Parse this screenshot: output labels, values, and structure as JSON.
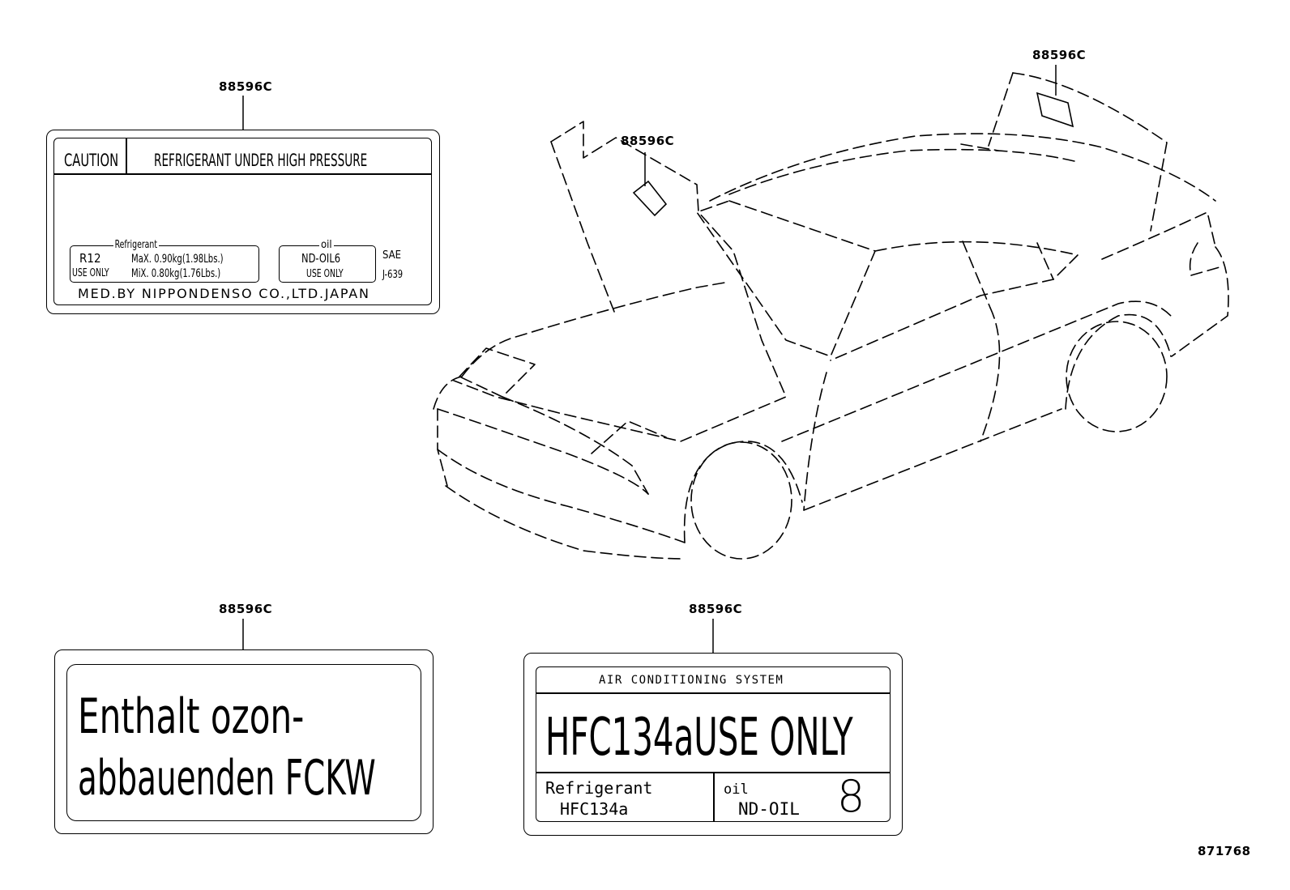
{
  "callouts": {
    "label_caution": "88596C",
    "hood": "88596C",
    "trunk": "88596C",
    "label_german": "88596C",
    "label_hfc": "88596C"
  },
  "figure_id": "871768",
  "caution_label": {
    "caution": "CAUTION",
    "heading": "REFRIGERANT UNDER HIGH PRESSURE",
    "refrigerant_title": "Refrigerant",
    "r12": "R12",
    "max_line": "MaX. 0.90kg(1.98Lbs.)",
    "use_only": "USE ONLY",
    "min_line": "MiX. 0.80kg(1.76Lbs.)",
    "oil_title": "oil",
    "oil_name": "ND-OIL6",
    "oil_use_only": "USE ONLY",
    "sae": "SAE",
    "j639": "J-639",
    "maker": "MED.BY NIPPONDENSO CO.,LTD.JAPAN"
  },
  "german_label": {
    "line1": "Enthalt ozon-",
    "line2": "abbauenden FCKW"
  },
  "hfc_label": {
    "title": "AIR CONDITIONING SYSTEM",
    "main": "HFC134aUSE ONLY",
    "refrigerant_title": "Refrigerant",
    "refrigerant_value": "HFC134a",
    "oil_title": "oil",
    "oil_value": "ND-OIL",
    "oil_number": "8"
  }
}
